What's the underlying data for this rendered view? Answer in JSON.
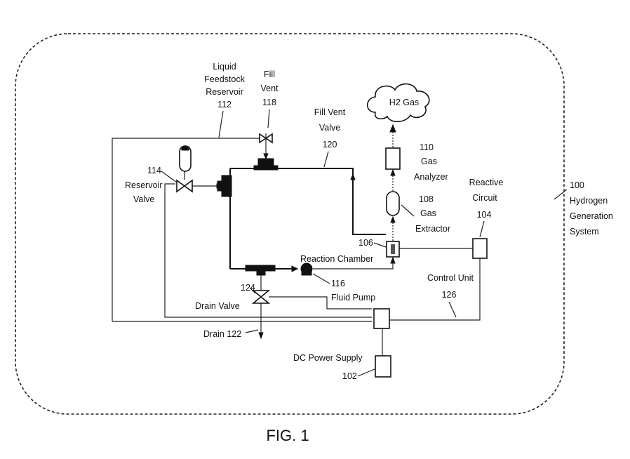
{
  "figure": {
    "caption": "FIG. 1",
    "system_label": [
      "100",
      "Hydrogen",
      "Generation",
      "System"
    ],
    "components": {
      "liquid_reservoir": [
        "Liquid",
        "Feedstock",
        "Reservoir",
        "112"
      ],
      "fill_vent": [
        "Fill",
        "Vent",
        "118"
      ],
      "fill_vent_valve": [
        "Fill Vent",
        "Valve",
        "120"
      ],
      "h2_gas": "H2 Gas",
      "gas_analyzer": [
        "110",
        "Gas",
        "Analyzer"
      ],
      "gas_extractor": [
        "108",
        "Gas",
        "Extractor"
      ],
      "reactive_circuit": [
        "Reactive",
        "Circuit",
        "104"
      ],
      "reservoir_valve": [
        "114",
        "Reservoir",
        "Valve"
      ],
      "reaction_chamber_number": "106",
      "reaction_chamber": "Reaction Chamber",
      "fluid_pump": [
        "116",
        "Fluid Pump"
      ],
      "drain_valve": [
        "124",
        "Drain Valve"
      ],
      "drain": "Drain 122",
      "control_unit": [
        "Control Unit",
        "126"
      ],
      "dc_power_supply": [
        "DC Power Supply",
        "102"
      ]
    }
  }
}
